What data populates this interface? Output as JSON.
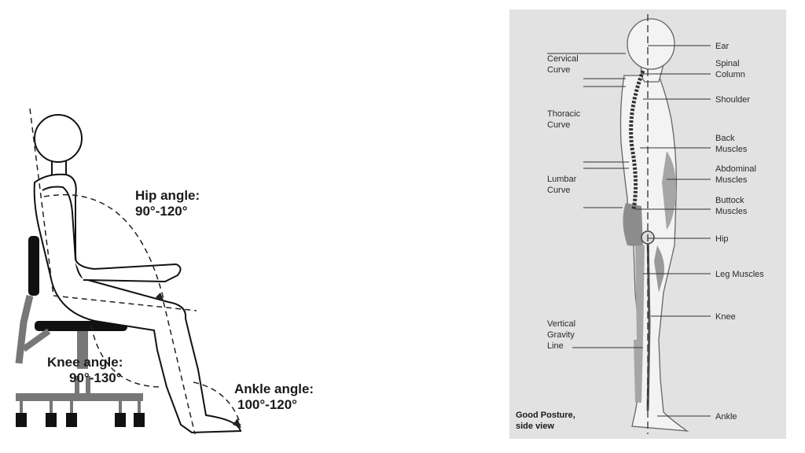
{
  "seated": {
    "hip": {
      "title": "Hip angle:",
      "range": "90°-120°"
    },
    "knee": {
      "title": "Knee angle:",
      "range": "90°-130°"
    },
    "ankle": {
      "title": "Ankle angle:",
      "range": "100°-120°"
    }
  },
  "standing": {
    "left_labels": [
      {
        "lines": [
          "Cervical",
          "Curve"
        ]
      },
      {
        "lines": [
          "Thoracic",
          "Curve"
        ]
      },
      {
        "lines": [
          "Lumbar",
          "Curve"
        ]
      },
      {
        "lines": [
          "Vertical",
          "Gravity",
          "Line"
        ]
      }
    ],
    "right_labels": [
      {
        "lines": [
          "Ear"
        ]
      },
      {
        "lines": [
          "Spinal",
          "Column"
        ]
      },
      {
        "lines": [
          "Shoulder"
        ]
      },
      {
        "lines": [
          "Back",
          "Muscles"
        ]
      },
      {
        "lines": [
          "Abdominal",
          "Muscles"
        ]
      },
      {
        "lines": [
          "Buttock",
          "Muscles"
        ]
      },
      {
        "lines": [
          "Hip"
        ]
      },
      {
        "lines": [
          "Leg Muscles"
        ]
      },
      {
        "lines": [
          "Knee"
        ]
      },
      {
        "lines": [
          "Ankle"
        ]
      }
    ],
    "caption": [
      "Good Posture,",
      "side view"
    ]
  }
}
